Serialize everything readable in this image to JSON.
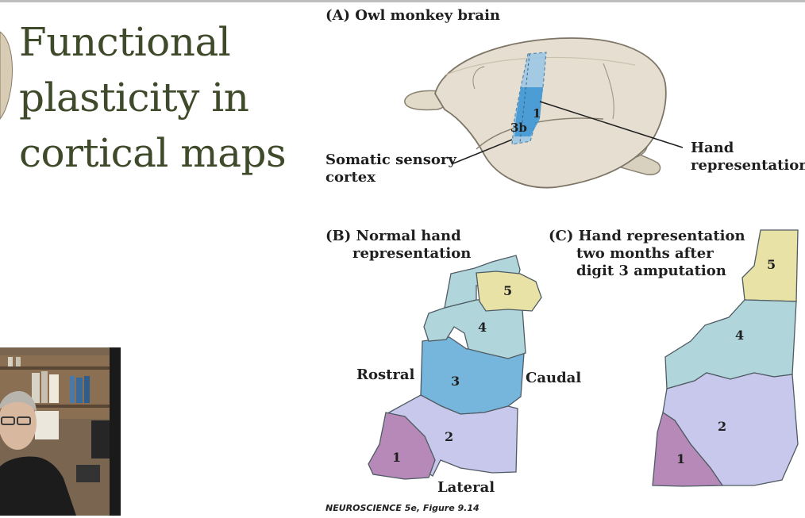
{
  "slide": {
    "title_lines": [
      "Functional",
      "plasticity in",
      "cortical maps"
    ]
  },
  "panel_a": {
    "title": "(A) Owl monkey brain",
    "label_somatic_line1": "Somatic sensory",
    "label_somatic_line2": "cortex",
    "label_hand_line1": "Hand",
    "label_hand_line2": "representation",
    "area_3b": "3b",
    "area_1": "1"
  },
  "panel_b": {
    "title_line1": "(B) Normal hand",
    "title_line2": "representation",
    "rostral": "Rostral",
    "caudal": "Caudal",
    "lateral": "Lateral",
    "digits": [
      "1",
      "2",
      "3",
      "4",
      "5"
    ]
  },
  "panel_c": {
    "title_line1": "(C) Hand representation",
    "title_line2": "two months after",
    "title_line3": "digit 3 amputation",
    "digits": [
      "1",
      "2",
      "4",
      "5"
    ]
  },
  "credit": "NEUROSCIENCE 5e, Figure 9.14",
  "colors": {
    "title_text": "#3f4a2a",
    "digit1": "#b689b8",
    "digit2": "#c8c8ec",
    "digit3": "#76b6dc",
    "digit4": "#b0d6dc",
    "digit5": "#e8e2a6",
    "brain": "#e4ddcf",
    "hand_area": "#3d95d2"
  }
}
